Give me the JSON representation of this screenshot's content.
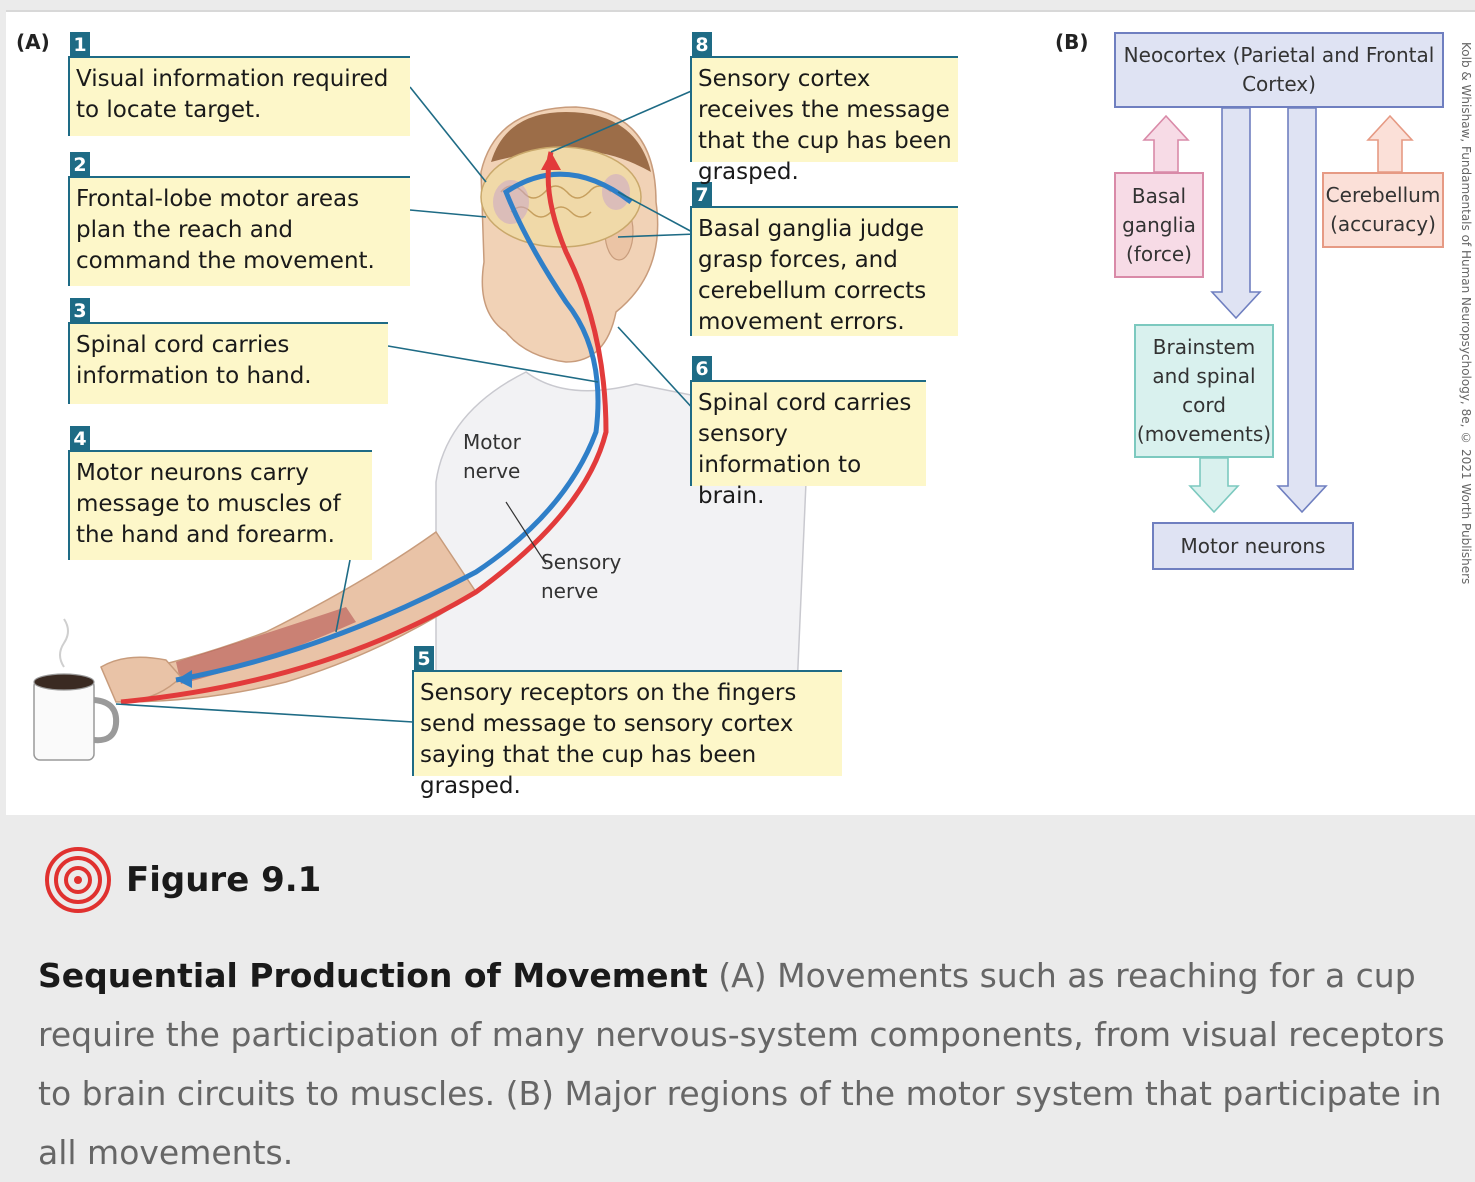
{
  "panel_a": {
    "label": "(A)",
    "callouts": [
      {
        "num": "1",
        "text": "Visual information required to locate target."
      },
      {
        "num": "2",
        "text": "Frontal-lobe motor areas plan the reach and command the movement."
      },
      {
        "num": "3",
        "text": "Spinal cord carries information to hand."
      },
      {
        "num": "4",
        "text": "Motor neurons carry message to muscles of the hand and forearm."
      },
      {
        "num": "5",
        "text": "Sensory receptors on the fingers send message to sensory cortex saying that the cup has been grasped."
      },
      {
        "num": "6",
        "text": "Spinal cord carries sensory information to brain."
      },
      {
        "num": "7",
        "text": "Basal ganglia judge grasp forces, and cerebellum corrects movement errors."
      },
      {
        "num": "8",
        "text": "Sensory cortex receives the message that the cup has been grasped."
      }
    ],
    "motor_nerve_label": "Motor nerve",
    "sensory_nerve_label": "Sensory nerve"
  },
  "panel_b": {
    "label": "(B)",
    "neocortex": "Neocortex (Parietal and Frontal Cortex)",
    "basal_ganglia": "Basal ganglia (force)",
    "cerebellum": "Cerebellum (accuracy)",
    "brainstem": "Brainstem and spinal cord (movements)",
    "motor_neurons": "Motor neurons",
    "colors": {
      "neocortex_fill": "#dfe3f3",
      "neocortex_border": "#6f7fc0",
      "basal_fill": "#f7dbe6",
      "basal_border": "#d98aa8",
      "cerebellum_fill": "#fbe0d8",
      "cerebellum_border": "#e69a84",
      "brainstem_fill": "#d9f1ee",
      "brainstem_border": "#7cc9bf"
    }
  },
  "credit": "Kolb & Whishaw, Fundamentals of Human Neuropsychology, 8e, © 2021 Worth Publishers",
  "figure": {
    "number": "Figure 9.1",
    "caption_title": "Sequential Production of Movement",
    "caption_text": " (A) Movements such as reaching for a cup require the participation of many nervous-system components, from visual receptors to brain circuits to muscles. (B) Major regions of the motor system that participate in all movements."
  }
}
